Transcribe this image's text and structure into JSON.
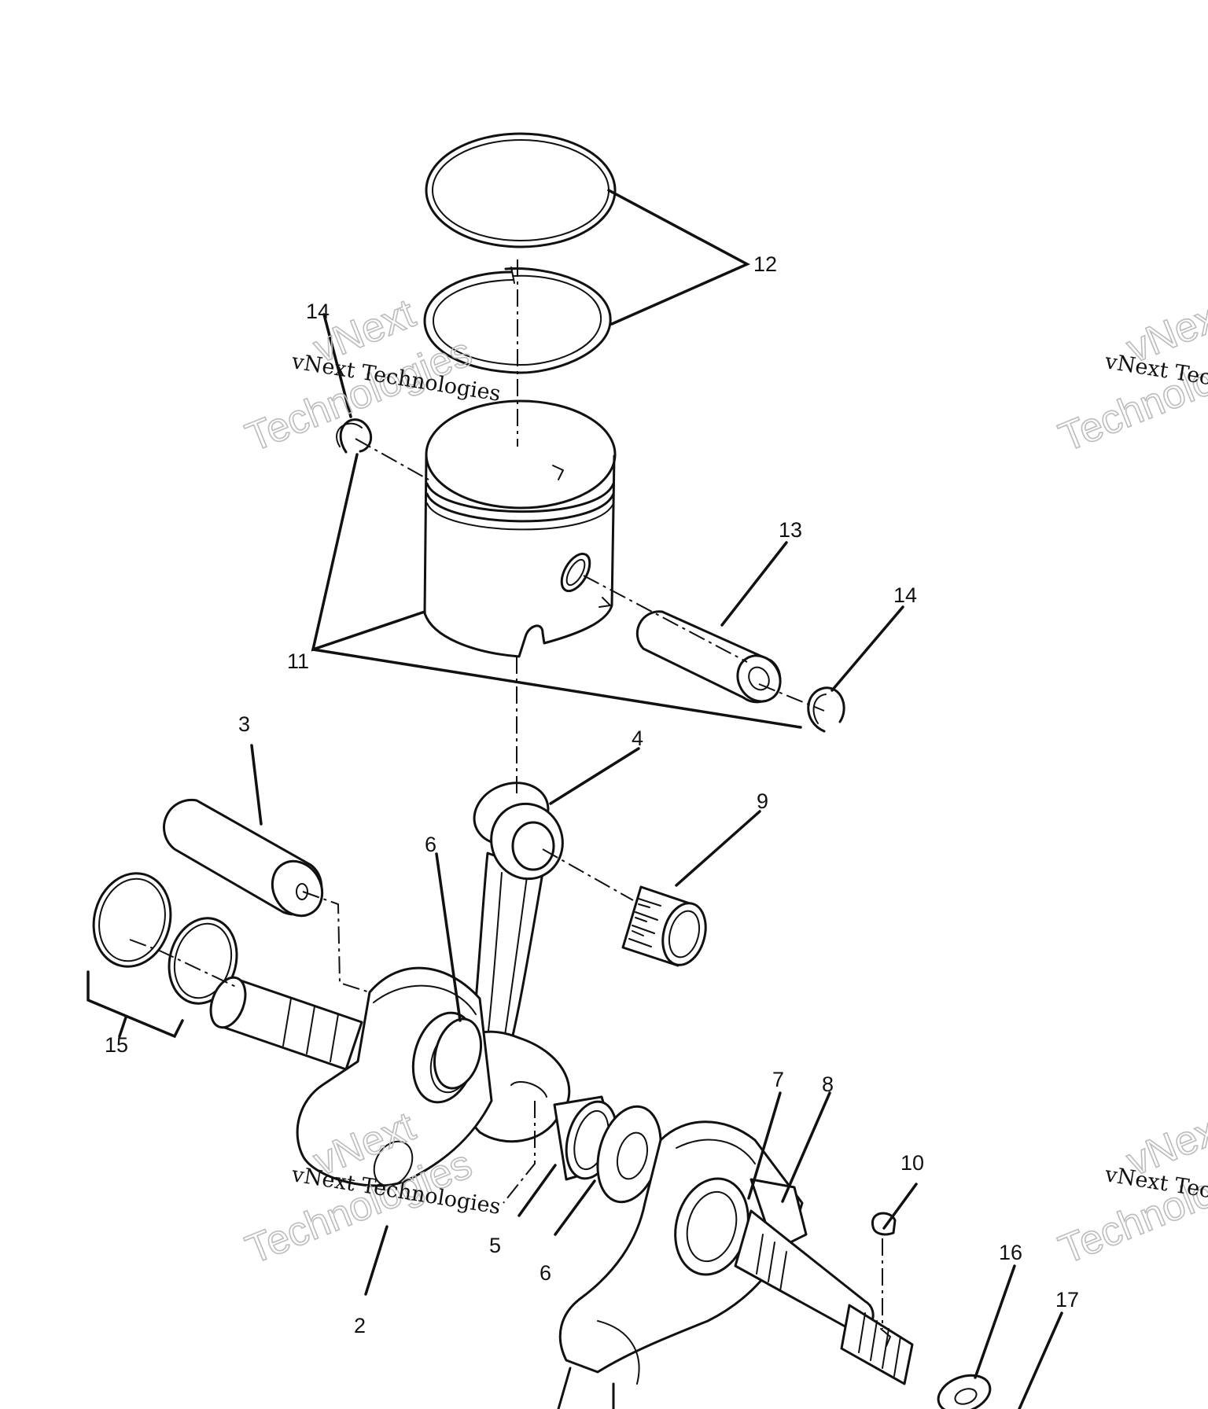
{
  "diagram": {
    "callouts": [
      "12",
      "14",
      "11",
      "13",
      "14",
      "3",
      "4",
      "9",
      "6",
      "15",
      "7",
      "8",
      "10",
      "5",
      "6",
      "2",
      "16",
      "17"
    ],
    "watermark": {
      "line_small": "vNext Technologies",
      "word_1": "vNext",
      "word_2": "Technologies"
    }
  }
}
